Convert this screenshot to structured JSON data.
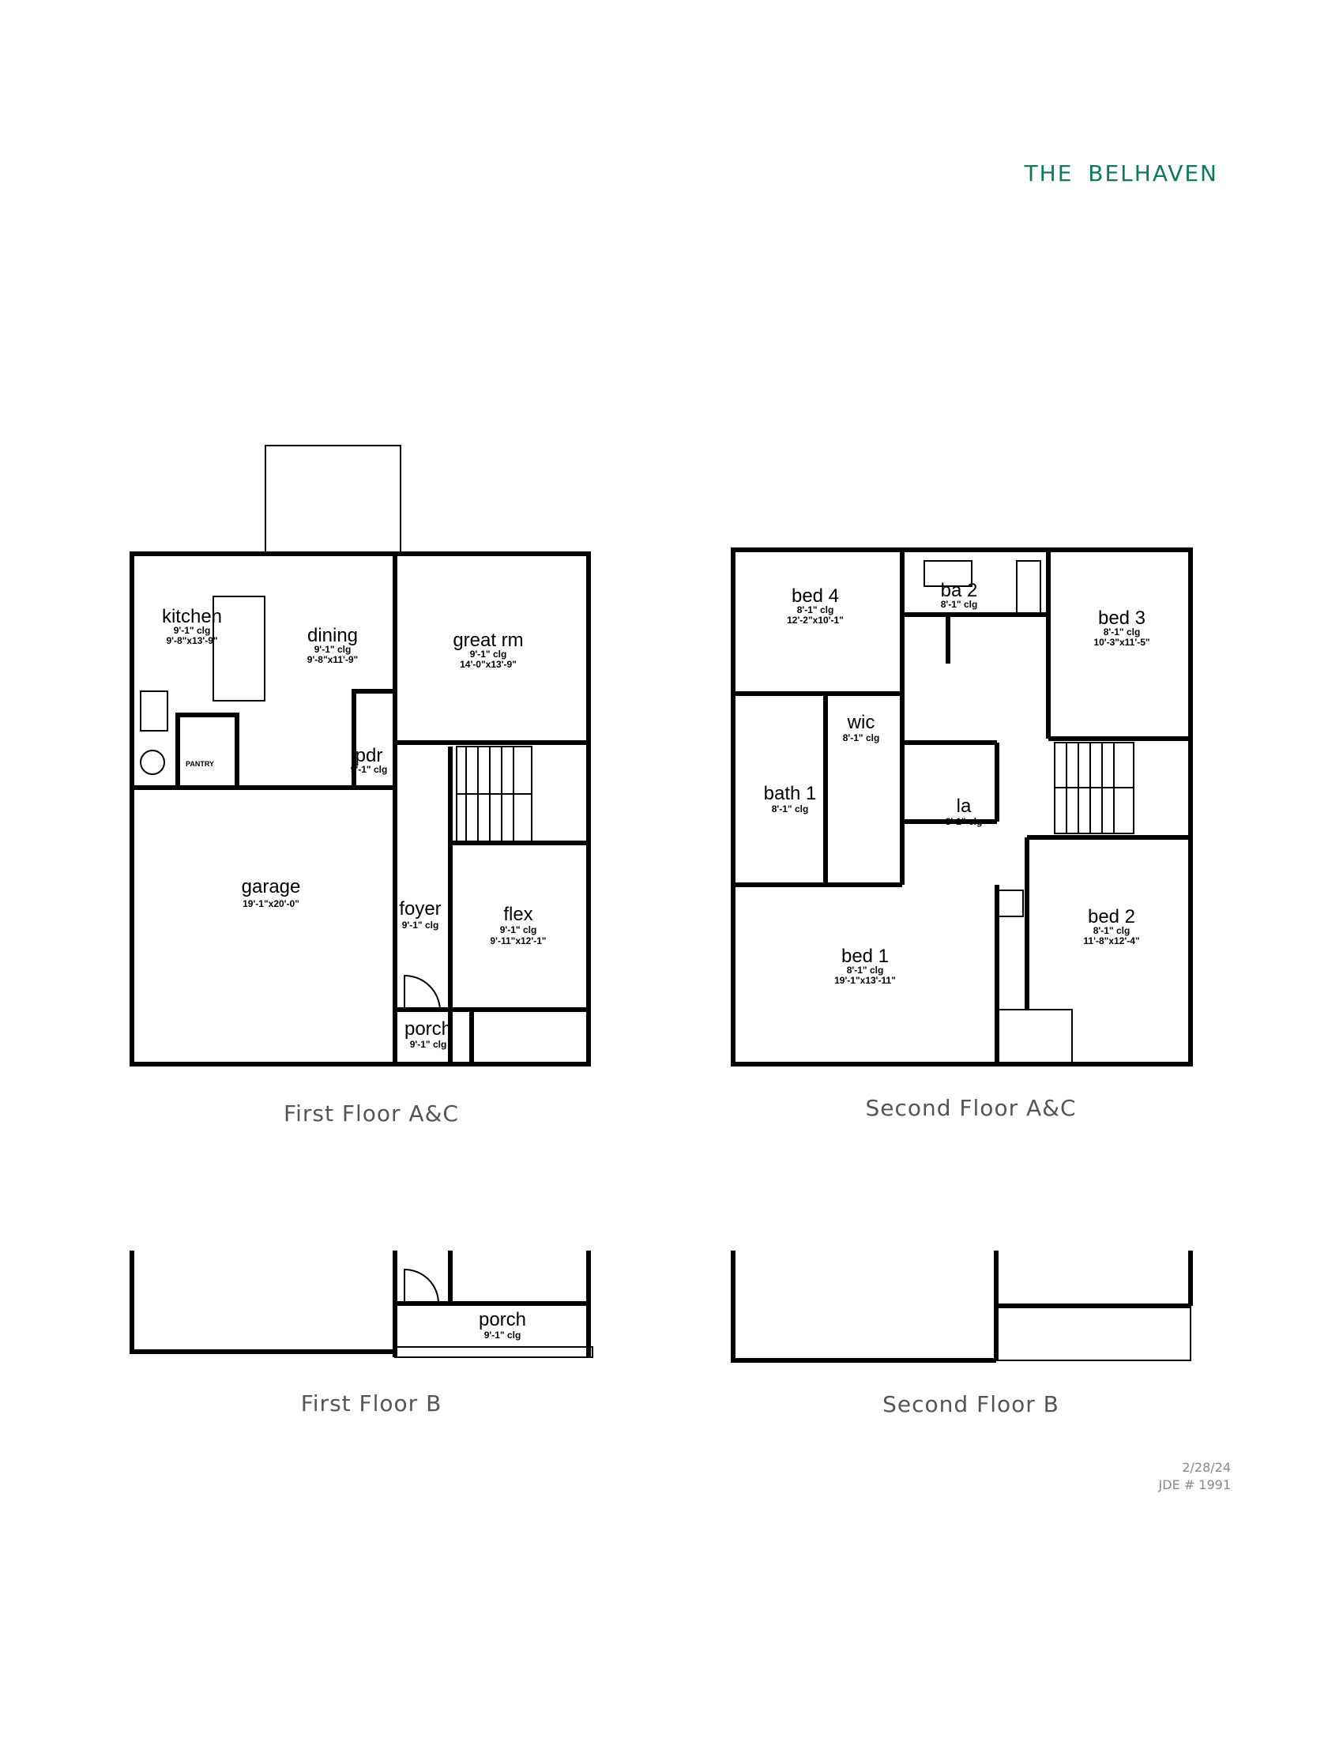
{
  "header": {
    "title": "THE BELHAVEN"
  },
  "captions": {
    "first_ac": "First Floor A&C",
    "second_ac": "Second Floor A&C",
    "first_b": "First Floor B",
    "second_b": "Second Floor B"
  },
  "footer": {
    "date": "2/28/24",
    "jde": "JDE # 1991"
  },
  "first_floor": {
    "kitchen": {
      "name": "kitchen",
      "clg": "9'-1\" clg",
      "size": "9'-8\"x13'-9\""
    },
    "dining": {
      "name": "dining",
      "clg": "9'-1\" clg",
      "size": "9'-8\"x11'-9\""
    },
    "great_rm": {
      "name": "great rm",
      "clg": "9'-1\" clg",
      "size": "14'-0\"x13'-9\""
    },
    "garage": {
      "name": "garage",
      "size": "19'-1\"x20'-0\""
    },
    "foyer": {
      "name": "foyer",
      "clg": "9'-1\" clg"
    },
    "flex": {
      "name": "flex",
      "clg": "9'-1\" clg",
      "size": "9'-11\"x12'-1\""
    },
    "porch": {
      "name": "porch",
      "clg": "9'-1\" clg"
    },
    "pdr": {
      "name": "pdr",
      "clg": "9'-1\" clg"
    },
    "pantry": {
      "name": "PANTRY"
    }
  },
  "second_floor": {
    "bed4": {
      "name": "bed 4",
      "clg": "8'-1\" clg",
      "size": "12'-2\"x10'-1\""
    },
    "ba2": {
      "name": "ba 2",
      "clg": "8'-1\" clg"
    },
    "bed3": {
      "name": "bed 3",
      "clg": "8'-1\" clg",
      "size": "10'-3\"x11'-5\""
    },
    "wic": {
      "name": "wic",
      "clg": "8'-1\" clg"
    },
    "bath1": {
      "name": "bath 1",
      "clg": "8'-1\" clg"
    },
    "la": {
      "name": "la",
      "clg": "8'-1\" clg"
    },
    "bed1": {
      "name": "bed 1",
      "clg": "8'-1\" clg",
      "size": "19'-1\"x13'-11\""
    },
    "bed2": {
      "name": "bed 2",
      "clg": "8'-1\" clg",
      "size": "11'-8\"x12'-4\""
    }
  },
  "first_floor_b": {
    "porch": {
      "name": "porch",
      "clg": "9'-1\" clg"
    }
  },
  "colors": {
    "title": "#0f7a5a",
    "caption": "#555555"
  }
}
